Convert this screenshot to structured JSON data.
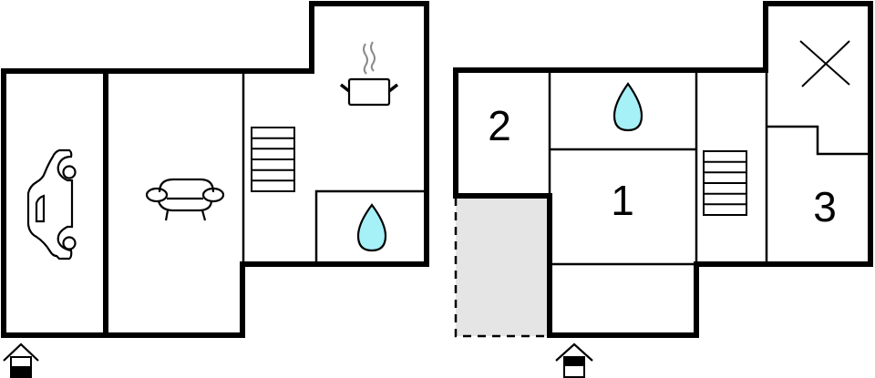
{
  "diagram": {
    "type": "floor-plan",
    "floors": [
      {
        "name": "ground-floor",
        "rooms": [
          {
            "id": "garage",
            "icon": "car-icon",
            "label": ""
          },
          {
            "id": "living-room",
            "icon": "sofa-icon",
            "label": ""
          },
          {
            "id": "kitchen",
            "icon": "cooking-pot-icon",
            "label": ""
          },
          {
            "id": "stairs",
            "icon": "stairs-icon",
            "label": ""
          },
          {
            "id": "bathroom",
            "icon": "water-drop-icon",
            "label": ""
          }
        ],
        "entrance": "entrance-arrow-icon"
      },
      {
        "name": "upper-floor",
        "rooms": [
          {
            "id": "bedroom-2",
            "label": "2"
          },
          {
            "id": "bathroom",
            "icon": "water-drop-icon",
            "label": ""
          },
          {
            "id": "bedroom-1",
            "label": "1"
          },
          {
            "id": "stairs",
            "icon": "stairs-icon",
            "label": ""
          },
          {
            "id": "void",
            "icon": "cross-icon",
            "label": ""
          },
          {
            "id": "bedroom-3",
            "label": "3"
          },
          {
            "id": "hall",
            "label": ""
          },
          {
            "id": "terrace",
            "label": "",
            "style": "dashed-gray"
          }
        ],
        "entrance": "entrance-arrow-icon"
      }
    ],
    "labels": {
      "room1": "1",
      "room2": "2",
      "room3": "3"
    },
    "colors": {
      "wall": "#000000",
      "water": "#a6f0f8",
      "terrace": "#e5e5e5",
      "steam": "#8a8a8a",
      "background": "#ffffff"
    }
  }
}
